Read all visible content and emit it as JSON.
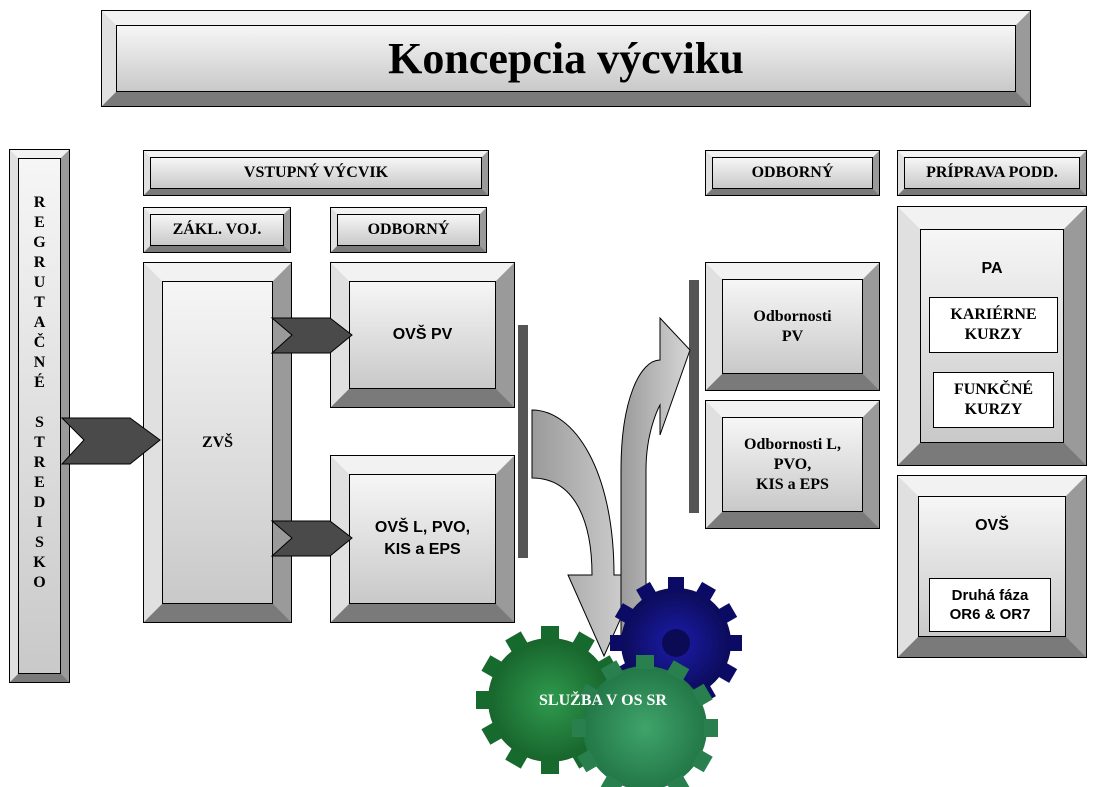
{
  "title": "Koncepcia výcviku",
  "left_column": {
    "letters": [
      "R",
      "E",
      "G",
      "R",
      "U",
      "T",
      "A",
      "Č",
      "N",
      "É",
      "",
      "S",
      "T",
      "R",
      "E",
      "D",
      "I",
      "S",
      "K",
      "O"
    ]
  },
  "headers": {
    "vstupny": "VSTUPNÝ VÝCVIK",
    "zakl_voj": "ZÁKL. VOJ.",
    "odborny_left": "ODBORNÝ",
    "odborny_right": "ODBORNÝ",
    "priprava": "PRÍPRAVA PODD."
  },
  "boxes": {
    "zvs": "ZVŠ",
    "ovs_pv": "OVŠ PV",
    "ovs_l_line1": "OVŠ L, PVO,",
    "ovs_l_line2": "KIS a EPS",
    "odb_pv_line1": "Odbornosti",
    "odb_pv_line2": "PV",
    "odb_l_line1": "Odbornosti L,",
    "odb_l_line2": "PVO,",
    "odb_l_line3": "KIS a EPS",
    "pa": "PA",
    "karierne_line1": "KARIÉRNE",
    "karierne_line2": "KURZY",
    "funkcne_line1": "FUNKČNÉ",
    "funkcne_line2": "KURZY",
    "ovs": "OVŠ",
    "druha_line1": "Druhá fáza",
    "druha_line2": "OR6 & OR7"
  },
  "gears_label": "SLUŽBA V OS SR",
  "colors": {
    "gear_green": "#1f7a3a",
    "gear_green_light": "#2e8b57",
    "gear_blue": "#10107a",
    "chevron": "#4a4a4a"
  }
}
